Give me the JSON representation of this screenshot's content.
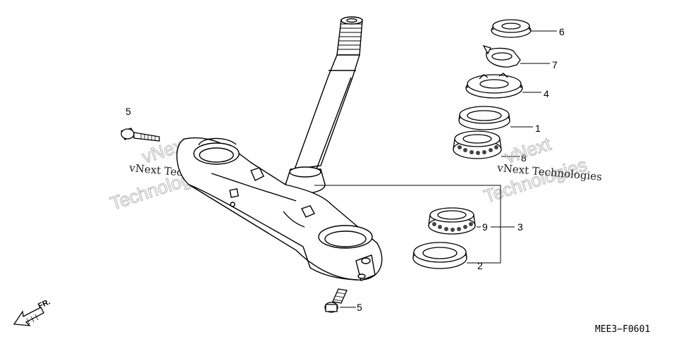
{
  "callouts": {
    "bolt_top": "5",
    "bolt_bottom": "5",
    "part_1": "1",
    "part_2": "2",
    "part_3": "3",
    "part_4": "4",
    "part_6": "6",
    "part_7": "7",
    "part_8": "8",
    "part_9": "9"
  },
  "watermark": {
    "line1": "vNext Technologies",
    "outline1": "vNext",
    "outline2": "Technologies"
  },
  "direction_label": "FR.",
  "diagram_code": "MEE3−F0601"
}
